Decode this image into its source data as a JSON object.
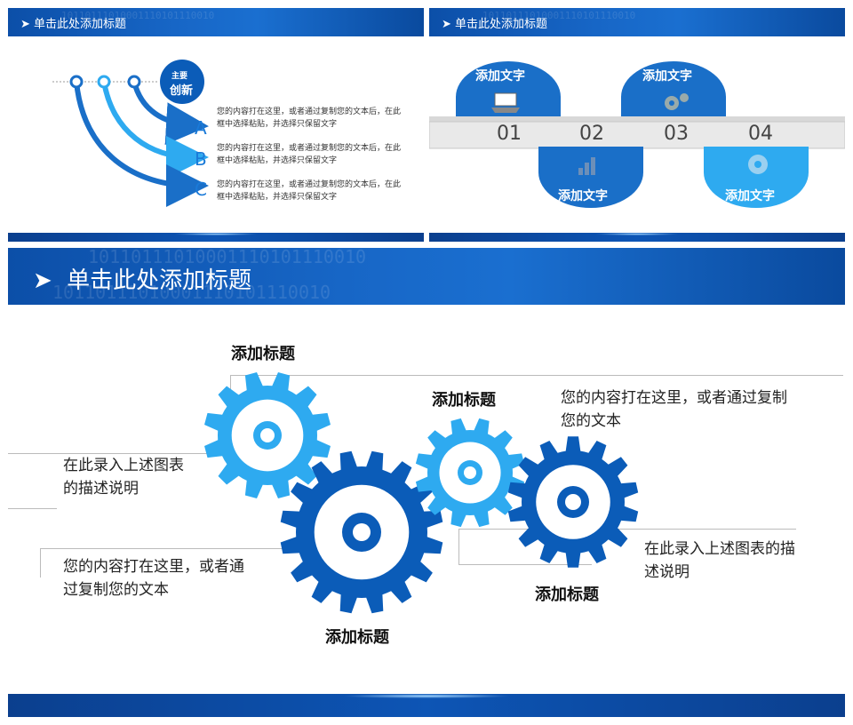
{
  "slide1": {
    "title": "单击此处添加标题",
    "badge_top": "主要",
    "badge_bottom": "创新",
    "items": [
      {
        "letter": "A",
        "text": "您的内容打在这里，或者通过复制您的文本后，在此框中选择粘贴，并选择只保留文字"
      },
      {
        "letter": "B",
        "text": "您的内容打在这里，或者通过复制您的文本后，在此框中选择粘贴，并选择只保留文字"
      },
      {
        "letter": "C",
        "text": "您的内容打在这里，或者通过复制您的文本后，在此框中选择粘贴，并选择只保留文字"
      }
    ]
  },
  "slide2": {
    "title": "单击此处添加标题",
    "numbers": [
      "01",
      "02",
      "03",
      "04"
    ],
    "tabs": [
      "添加文字",
      "添加文字",
      "添加文字",
      "添加文字"
    ],
    "icons": [
      "laptop-icon",
      "bar-chart-icon",
      "gears-icon",
      "head-gear-icon"
    ]
  },
  "slide3": {
    "title": "单击此处添加标题",
    "gear_titles": [
      "添加标题",
      "添加标题",
      "添加标题",
      "添加标题"
    ],
    "text_top_right": "您的内容打在这里，或者通过复制您的文本",
    "text_left_top": "在此录入上述图表的描述说明",
    "text_left_bottom": "您的内容打在这里，或者通过复制您的文本",
    "text_right_bottom": "在此录入上述图表的描述说明"
  },
  "binary_watermark": "10110111010001110101110010",
  "colors": {
    "blue_dark": "#0b5cb8",
    "blue_light": "#2eaaf0",
    "blue_mid": "#1a7ad8"
  }
}
